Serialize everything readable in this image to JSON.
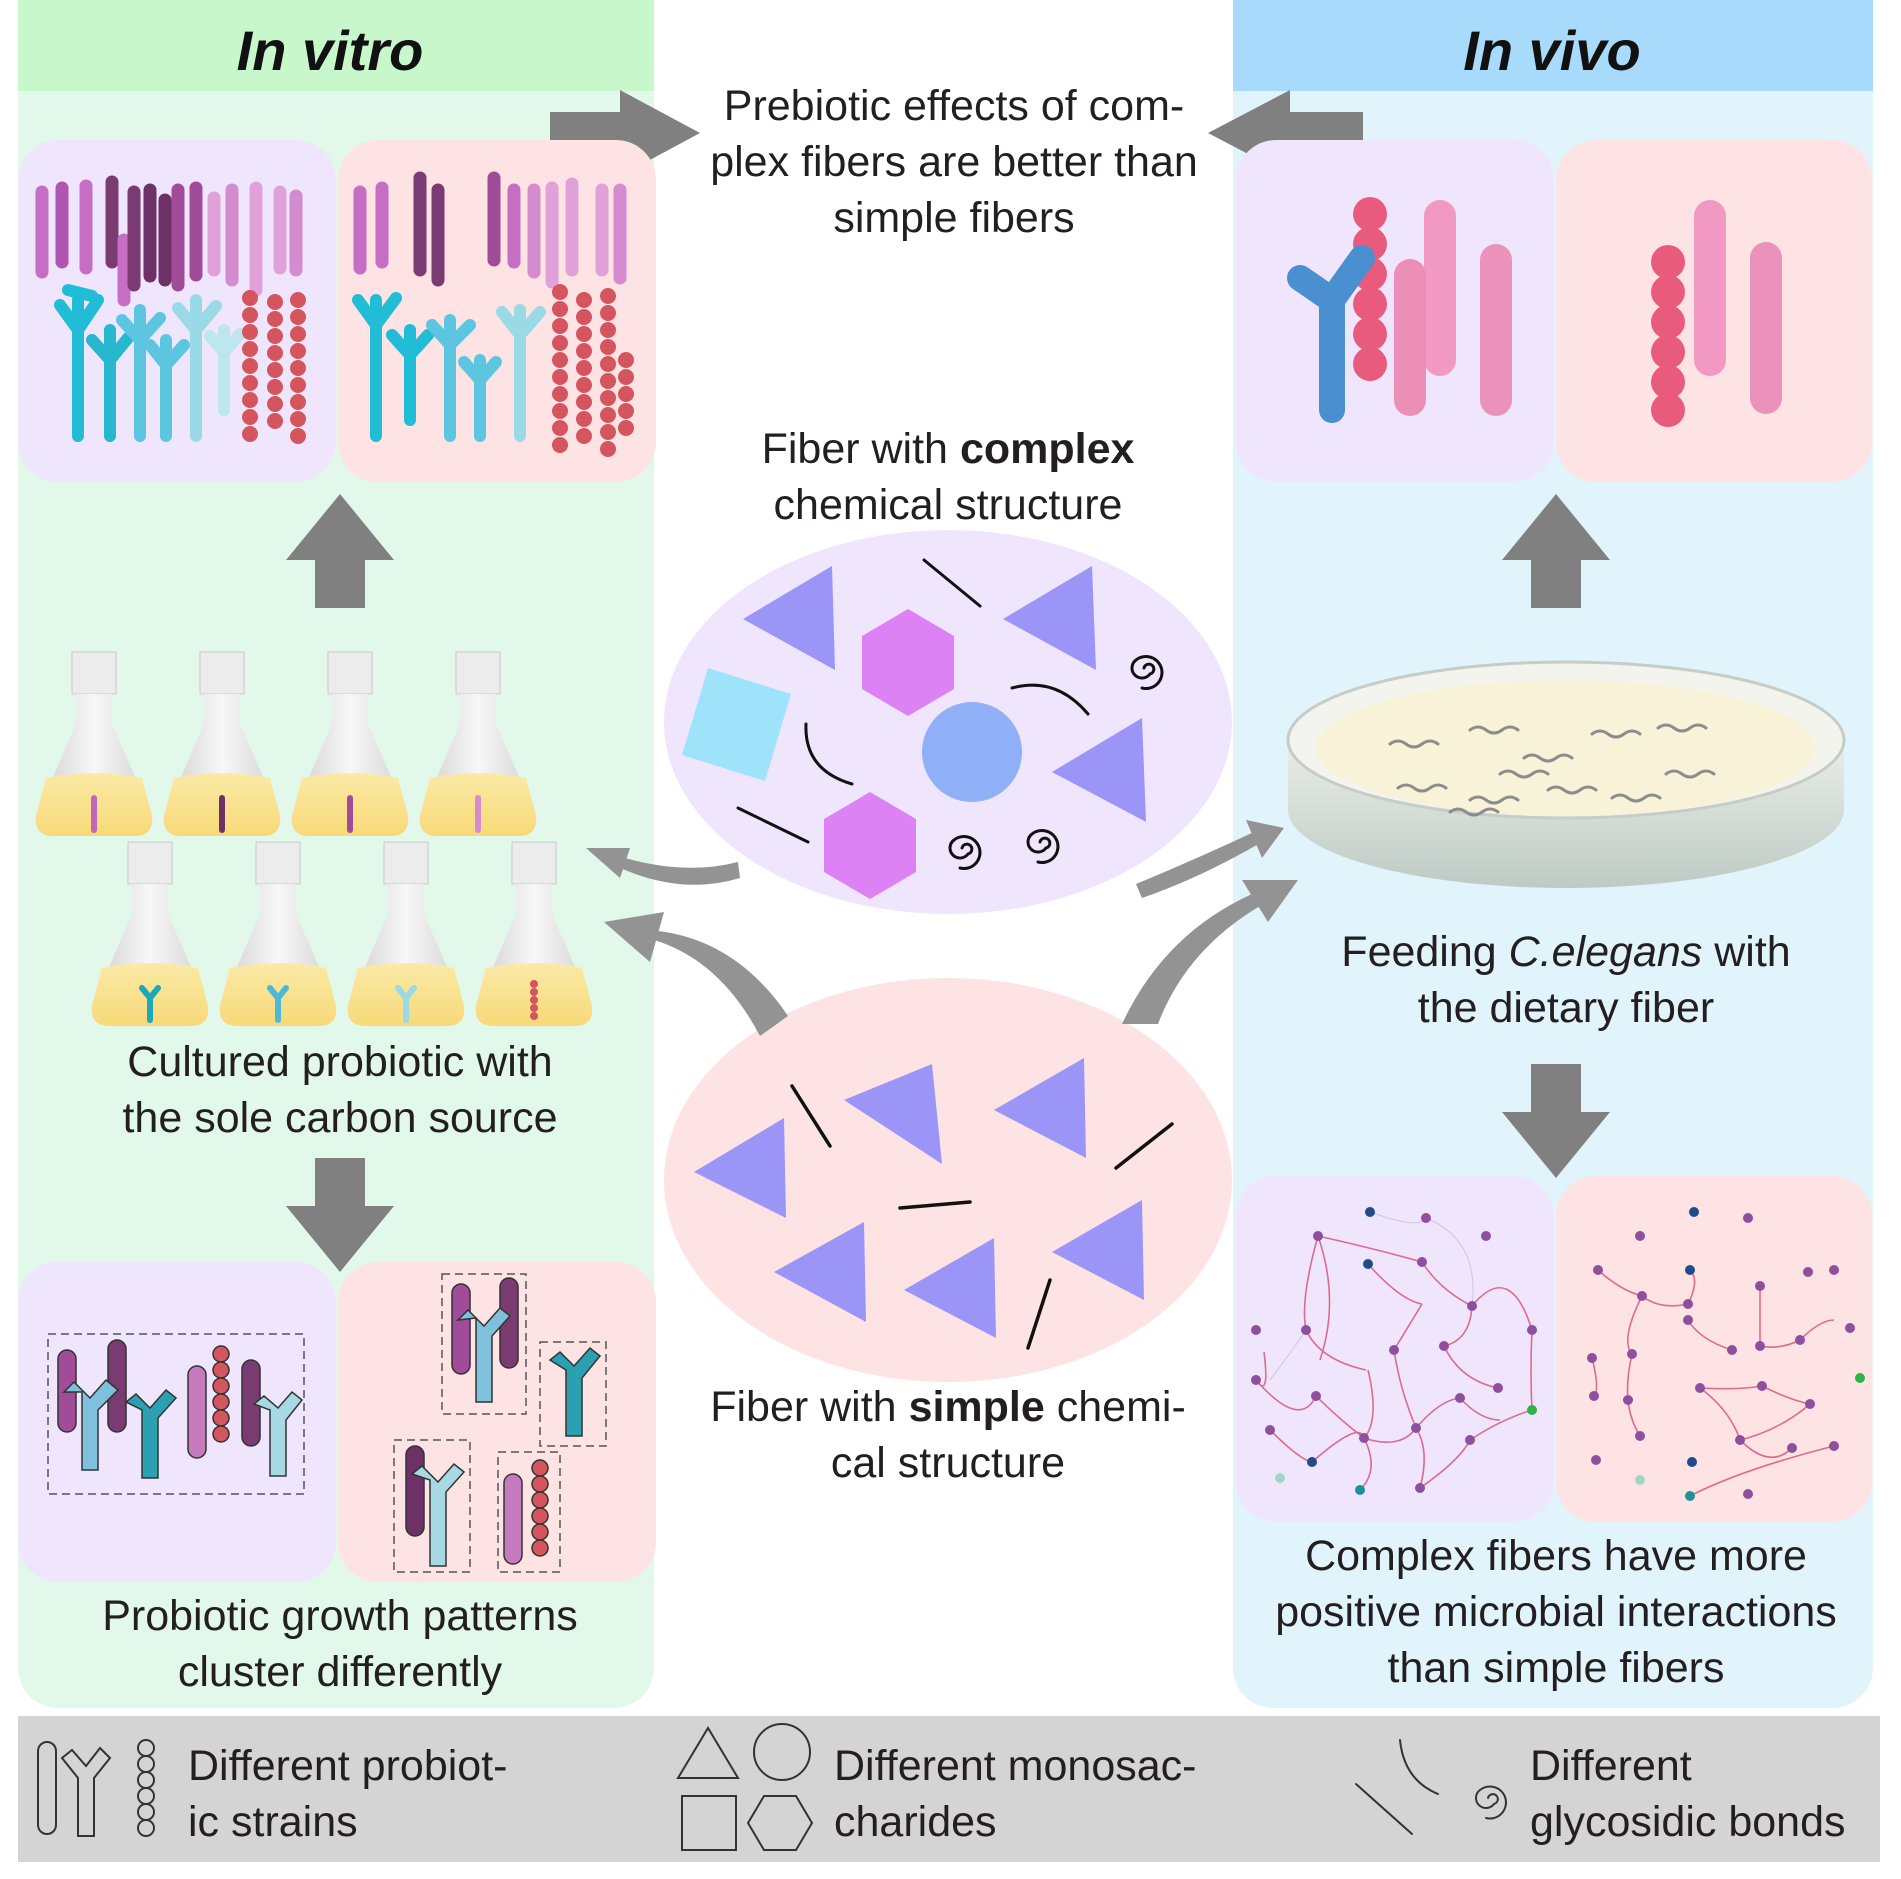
{
  "panels": {
    "in_vitro": {
      "title": "In vitro",
      "header_color": "#c8f7cc",
      "bg_color": "#e2f8ea"
    },
    "in_vivo": {
      "title": "In vivo",
      "header_color": "#a8dafc",
      "bg_color": "#e1f4fb"
    }
  },
  "top_text": {
    "line1": "Prebiotic effects of com-",
    "line2": "plex fibers are better than",
    "line3": "simple fibers"
  },
  "complex_label": {
    "pre": "Fiber with ",
    "bold": "complex",
    "line2": "chemical structure"
  },
  "simple_label": {
    "pre": "Fiber with ",
    "bold": "simple",
    "post": " chemi-",
    "line2": "cal structure"
  },
  "cultured_label": {
    "line1": "Cultured probiotic with",
    "line2": "the sole carbon source"
  },
  "growth_label": {
    "line1": "Probiotic growth patterns",
    "line2": "cluster differently"
  },
  "feeding_label": {
    "pre": "Feeding ",
    "italic": "C.elegans",
    "post": " with",
    "line2": "the dietary fiber"
  },
  "interaction_label": {
    "line1": "Complex fibers have more",
    "line2": "positive microbial interactions",
    "line3": "than simple fibers"
  },
  "legend": {
    "strains": {
      "line1": "Different probiot-",
      "line2": "ic strains",
      "icon": "probiotic-strain-icons"
    },
    "monosaccharides": {
      "line1": "Different monosac-",
      "line2": "charides",
      "icon": "shape-icons"
    },
    "bonds": {
      "line1": "Different",
      "line2": "glycosidic bonds",
      "icon": "bond-icons"
    }
  },
  "colors": {
    "complex_bg": "#efe6fd",
    "simple_bg": "#fde3e3",
    "arrow": "#808080",
    "triangle": "#9a95f7",
    "hexagon": "#dc82f4",
    "square": "#9fe3fb",
    "circle": "#8fb0f7",
    "legend_bar": "#d4d4d4"
  }
}
